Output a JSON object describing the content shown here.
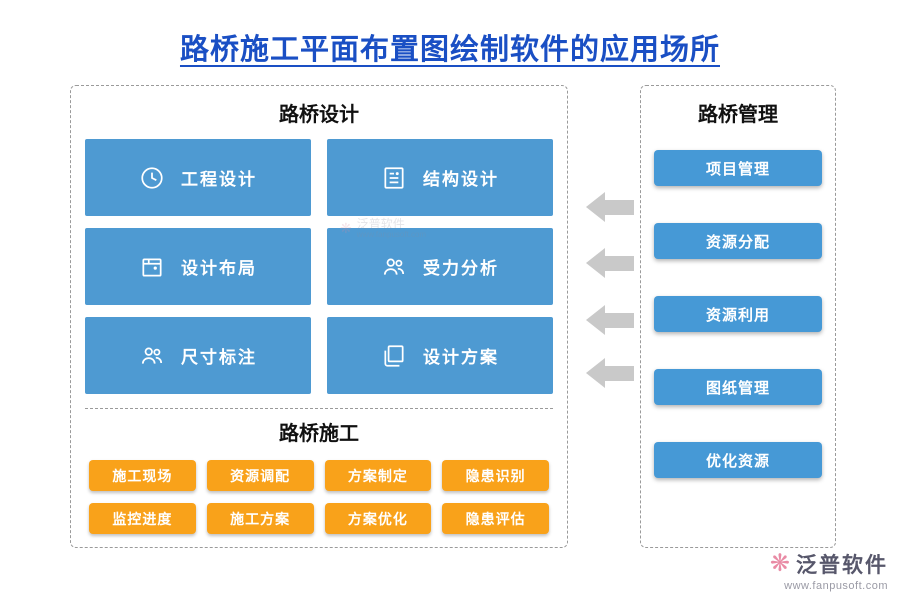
{
  "page": {
    "title": "路桥施工平面布置图绘制软件的应用场所"
  },
  "left_panel": {
    "design": {
      "title": "路桥设计",
      "items": [
        {
          "label": "工程设计",
          "icon": "clock-icon"
        },
        {
          "label": "结构设计",
          "icon": "document-icon"
        },
        {
          "label": "设计布局",
          "icon": "box-icon"
        },
        {
          "label": "受力分析",
          "icon": "people-icon"
        },
        {
          "label": "尺寸标注",
          "icon": "people-icon"
        },
        {
          "label": "设计方案",
          "icon": "documents-icon"
        }
      ]
    },
    "construction": {
      "title": "路桥施工",
      "items": [
        {
          "label": "施工现场"
        },
        {
          "label": "资源调配"
        },
        {
          "label": "方案制定"
        },
        {
          "label": "隐患识别"
        },
        {
          "label": "监控进度"
        },
        {
          "label": "施工方案"
        },
        {
          "label": "方案优化"
        },
        {
          "label": "隐患评估"
        }
      ]
    }
  },
  "right_panel": {
    "title": "路桥管理",
    "items": [
      {
        "label": "项目管理"
      },
      {
        "label": "资源分配"
      },
      {
        "label": "资源利用"
      },
      {
        "label": "图纸管理"
      },
      {
        "label": "优化资源"
      }
    ]
  },
  "watermark": {
    "brand": "泛普软件",
    "url": "www.fanpusoft.com"
  },
  "footer": {
    "brand": "泛普软件",
    "url": "www.fanpusoft.com"
  },
  "colors": {
    "title_blue": "#1a4fc4",
    "design_button_blue": "#4e9ad2",
    "construction_button_orange": "#f9a21a",
    "manage_button_blue": "#4699d6",
    "arrow_gray": "#c9c9c9"
  }
}
